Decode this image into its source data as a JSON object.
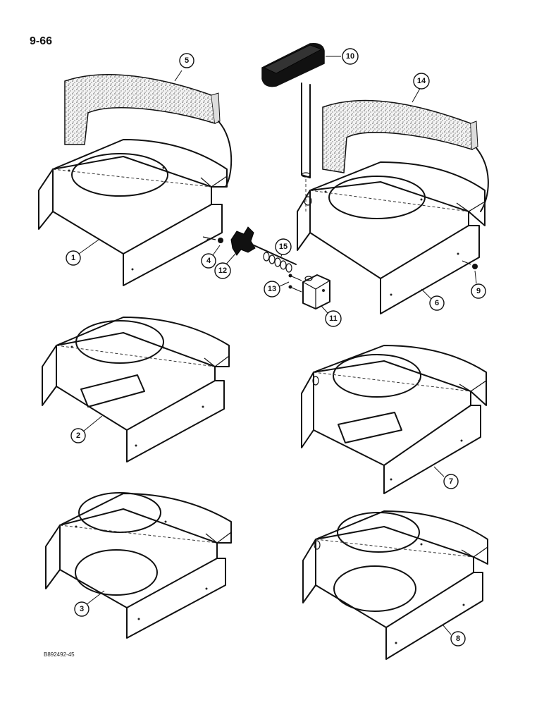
{
  "page_number": "9-66",
  "reference_code": "B892492-45",
  "callouts": {
    "c1": "1",
    "c2": "2",
    "c3": "3",
    "c4": "4",
    "c5": "5",
    "c6": "6",
    "c7": "7",
    "c8": "8",
    "c9": "9",
    "c10": "10",
    "c11": "11",
    "c12": "12",
    "c13": "13",
    "c14": "14",
    "c15": "15"
  }
}
